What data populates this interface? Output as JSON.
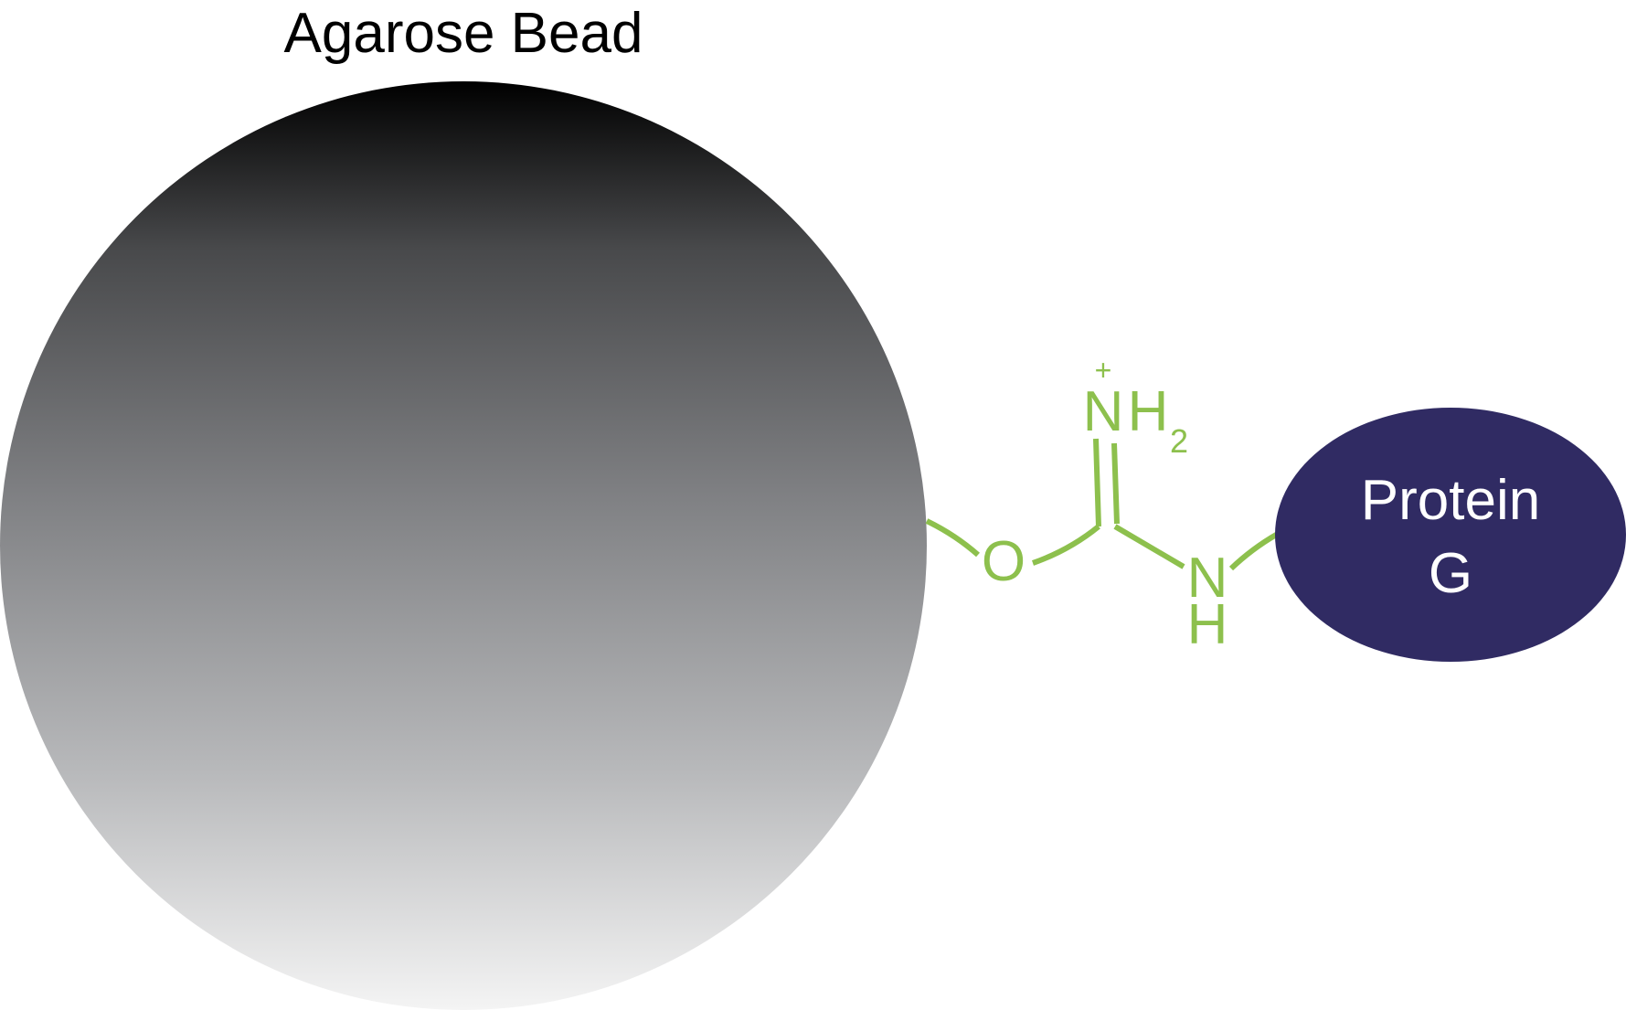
{
  "diagram": {
    "bead_label": "Agarose Bead",
    "protein_label_line1": "Protein",
    "protein_label_line2": "G",
    "linker": {
      "oxygen": "O",
      "nh2_n": "N",
      "nh2_h": "H",
      "nh2_subscript": "2",
      "charge": "+",
      "amine_n": "N",
      "amine_h": "H"
    }
  },
  "colors": {
    "linker_green": "#8dc04d",
    "protein_fill": "#302b63",
    "bead_gradient_top": "#000000",
    "bead_gradient_mid": "#808184",
    "bead_gradient_bottom": "#f4f4f4",
    "text_dark": "#000000",
    "text_light": "#ffffff"
  }
}
